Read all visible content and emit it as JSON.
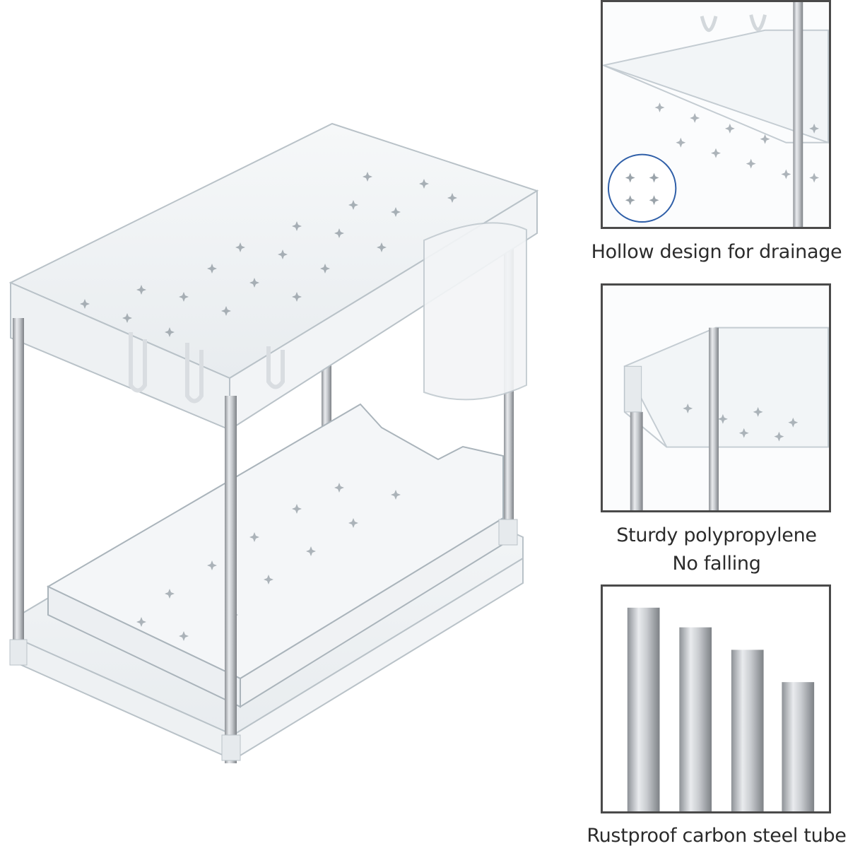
{
  "features": [
    {
      "id": "drainage",
      "caption_lines": [
        "Hollow design for drainage"
      ]
    },
    {
      "id": "material",
      "caption_lines": [
        "Sturdy polypropylene",
        "No falling"
      ]
    },
    {
      "id": "tube",
      "caption_lines": [
        "Rustproof carbon steel tube"
      ]
    }
  ],
  "colors": {
    "frame_border": "#4a4a4a",
    "caption_text": "#2b2b2b",
    "acrylic_edge": "#b9c2c8",
    "steel_mid": "#c9ccd0",
    "steel_dark": "#8d9196",
    "zoom_circle": "#2f5fa8"
  },
  "icons": [
    "flower-vent-icon",
    "zoom-circle-icon"
  ]
}
